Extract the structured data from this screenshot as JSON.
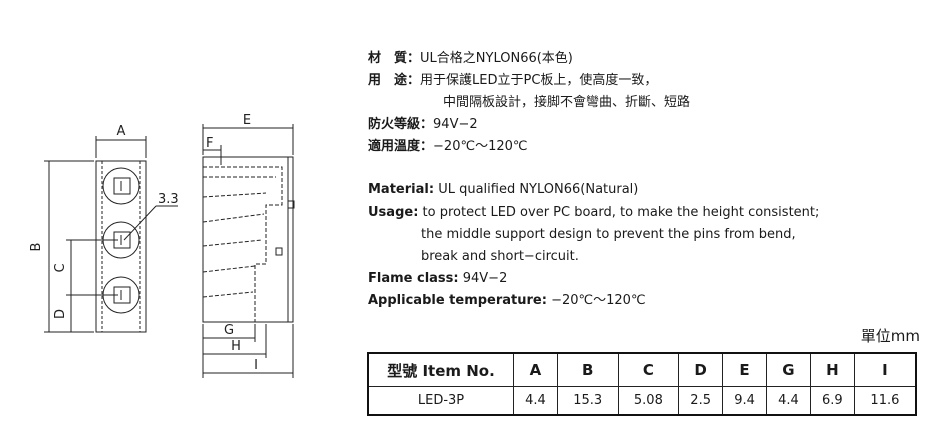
{
  "specs_cn": [
    {
      "label": "材　質",
      "text": "UL合格之NYLON66(本色)"
    },
    {
      "label": "用　途",
      "text": "用于保護LED立于PC板上，使高度一致，",
      "cont": "中間隔板設計，接脚不會彎曲、折斷、短路"
    },
    {
      "label": "防火等級",
      "text": "94V−2"
    },
    {
      "label": "適用溫度",
      "text": "−20℃～120℃"
    }
  ],
  "specs_en": [
    {
      "label": "Material:",
      "text": "UL qualified NYLON66(Natural)"
    },
    {
      "label": "Usage:",
      "text": "to protect LED over PC board, to make the height consistent;",
      "cont1": "the middle support design to prevent the pins from bend,",
      "cont2": "break and short−circuit."
    },
    {
      "label": "Flame class:",
      "text": "94V−2"
    },
    {
      "label": "Applicable temperature:",
      "text": "−20℃～120℃"
    }
  ],
  "unit_label": "單位mm",
  "drawing": {
    "labels": {
      "A": "A",
      "B": "B",
      "C": "C",
      "D": "D",
      "E": "E",
      "F": "F",
      "G": "G",
      "H": "H",
      "I": "I",
      "dim33": "3.3"
    }
  },
  "table": {
    "header": [
      "型號  Item No.",
      "A",
      "B",
      "C",
      "D",
      "E",
      "G",
      "H",
      "I"
    ],
    "rows": [
      [
        "LED-3P",
        "4.4",
        "15.3",
        "5.08",
        "2.5",
        "9.4",
        "4.4",
        "6.9",
        "11.6"
      ]
    ]
  }
}
